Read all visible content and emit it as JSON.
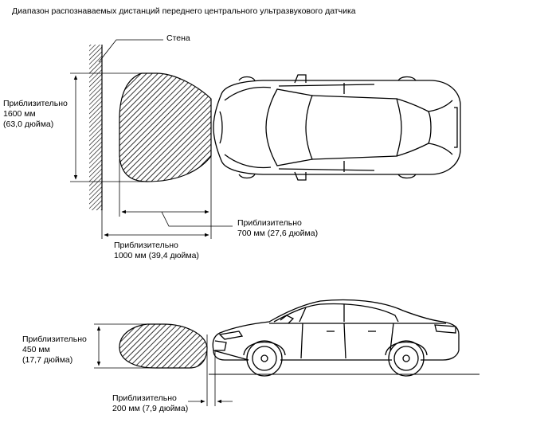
{
  "title": "Диапазон распознаваемых дистанций переднего центрального ультразвукового датчика",
  "top_view": {
    "wall_label": "Стена",
    "height": {
      "line1": "Приблизительно",
      "line2": "1600 мм",
      "line3": "(63,0 дюйма)"
    },
    "depth_inner": {
      "line1": "Приблизительно",
      "line2": "700 мм (27,6 дюйма)"
    },
    "depth_outer": {
      "line1": "Приблизительно",
      "line2": "1000 мм (39,4 дюйма)"
    }
  },
  "side_view": {
    "height": {
      "line1": "Приблизительно",
      "line2": "450 мм",
      "line3": "(17,7 дюйма)"
    },
    "offset": {
      "line1": "Приблизительно",
      "line2": "200 мм (7,9 дюйма)"
    }
  }
}
